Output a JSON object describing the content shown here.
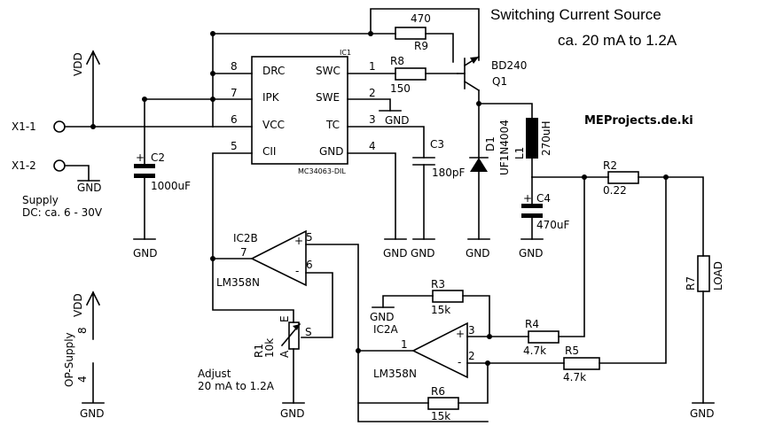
{
  "title": {
    "line1": "Switching Current Source",
    "line2": "ca. 20 mA to 1.2A"
  },
  "credit": "MEProjects.de.ki",
  "connectors": {
    "x1_1": "X1-1",
    "x1_2": "X1-2"
  },
  "supply": {
    "line1": "Supply",
    "line2": "DC: ca. 6 - 30V"
  },
  "net": {
    "vdd": "VDD",
    "gnd": "GND"
  },
  "ic1": {
    "ref": "IC1",
    "part": "MC34063-DIL",
    "pins": {
      "drc": "DRC",
      "ipk": "IPK",
      "vcc": "VCC",
      "cii": "CII",
      "swc": "SWC",
      "swe": "SWE",
      "tc": "TC",
      "gnd": "GND"
    },
    "pin_numbers": {
      "p1": "1",
      "p2": "2",
      "p3": "3",
      "p4": "4",
      "p5": "5",
      "p6": "6",
      "p7": "7",
      "p8": "8"
    }
  },
  "c2": {
    "ref": "C2",
    "value": "1000uF"
  },
  "c3": {
    "ref": "C3",
    "value": "180pF"
  },
  "c4": {
    "ref": "C4",
    "value": "470uF"
  },
  "r9": {
    "ref": "R9",
    "value": "470"
  },
  "r8": {
    "ref": "R8",
    "value": "150"
  },
  "q1": {
    "ref": "Q1",
    "part": "BD240"
  },
  "d1": {
    "ref": "D1",
    "part": "UF1N4004"
  },
  "l1": {
    "ref": "L1",
    "value": "270uH"
  },
  "r2": {
    "ref": "R2",
    "value": "0.22"
  },
  "r7": {
    "ref": "R7",
    "value": "LOAD"
  },
  "ic2b": {
    "ref": "IC2B",
    "part": "LM358N",
    "pin7": "7",
    "pin5": "5",
    "pin6": "6"
  },
  "ic2a": {
    "ref": "IC2A",
    "part": "LM358N",
    "pin1": "1",
    "pin3": "3",
    "pin2": "2"
  },
  "r1": {
    "ref": "R1",
    "value": "10k",
    "pin_a": "A",
    "pin_e": "E",
    "pin_s": "S"
  },
  "adjust": {
    "line1": "Adjust",
    "line2": "20 mA to 1.2A"
  },
  "r3": {
    "ref": "R3",
    "value": "15k"
  },
  "r4": {
    "ref": "R4",
    "value": "4.7k"
  },
  "r5": {
    "ref": "R5",
    "value": "4.7k"
  },
  "r6": {
    "ref": "R6",
    "value": "15k"
  },
  "op_supply": {
    "label": "OP-Supply",
    "pin8": "8",
    "pin4": "4"
  },
  "signs": {
    "plus": "+",
    "minus": "-"
  }
}
